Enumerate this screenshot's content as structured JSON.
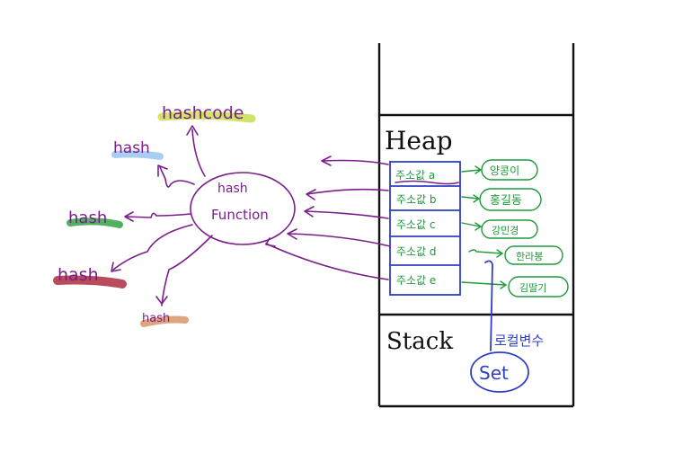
{
  "colors": {
    "purple": "#7a1f8a",
    "blue": "#2f3fc4",
    "green": "#1f9a3a",
    "black": "#111111",
    "highlight_lime": "#c8e04a",
    "highlight_sky": "#9ec9f0",
    "highlight_green": "#3fa84f",
    "highlight_red": "#b0384a",
    "highlight_orange": "#d9956a"
  },
  "function": {
    "line1": "hash",
    "line2": "Function"
  },
  "hash_outputs": {
    "hashcode": "hashcode",
    "hash1": "hash",
    "hash2": "hash",
    "hash3": "hash",
    "hash4": "hash"
  },
  "memory": {
    "heap_label": "Heap",
    "stack_label": "Stack",
    "addresses": [
      "주소값 a",
      "주소값 b",
      "주소값 c",
      "주소값 d",
      "주소값 e"
    ],
    "names": [
      "양콩이",
      "홍길동",
      "강민경",
      "한라봉",
      "김딸기"
    ],
    "local_var_label": "로컬변수",
    "set_label": "Set"
  }
}
